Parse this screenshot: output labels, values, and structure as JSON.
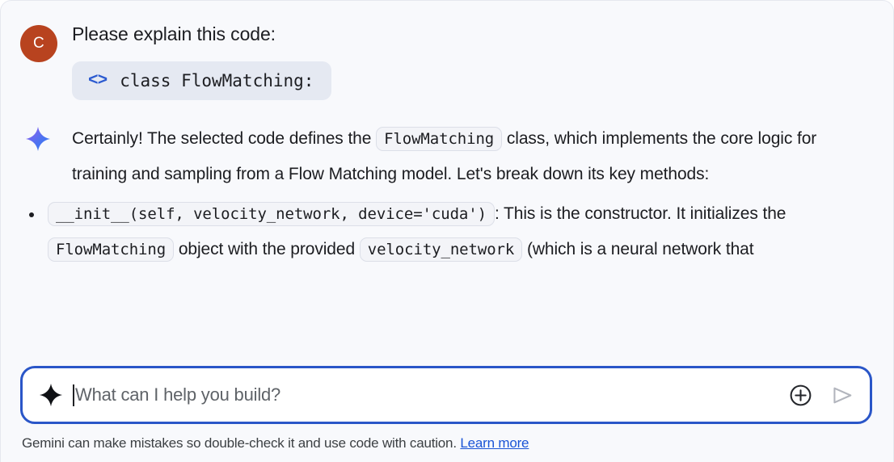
{
  "user_turn": {
    "avatar_initial": "C",
    "avatar_color": "#b8431f",
    "message": "Please explain this code:",
    "code_chip": {
      "icon": "code-chevrons-icon",
      "text": "class FlowMatching:",
      "background": "#e5e9f2",
      "icon_color": "#2b5ad0"
    }
  },
  "assistant_turn": {
    "icon": "gemini-sparkle-icon",
    "paragraph": {
      "part1": "Certainly! The selected code defines the ",
      "code1": "FlowMatching",
      "part2": " class, which implements the core logic for training and sampling from a Flow Matching model. Let's break down its key methods:"
    },
    "bullets": [
      {
        "code1": "__init__(self, velocity_network, device='cuda')",
        "part1": ": This is the constructor. It initializes the ",
        "code2": "FlowMatching",
        "part2": " object with the provided ",
        "code3": "velocity_network",
        "part3": " (which is a neural network that"
      }
    ]
  },
  "composer": {
    "icon": "sparkle-icon",
    "placeholder": "What can I help you build?",
    "value": "",
    "border_color": "#2a56c8",
    "actions": [
      {
        "name": "add-attachment-button",
        "icon": "plus-circle-icon"
      },
      {
        "name": "send-button",
        "icon": "send-arrow-icon"
      }
    ]
  },
  "footer": {
    "disclaimer": "Gemini can make mistakes so double-check it and use code with caution.",
    "link_label": "Learn more",
    "link_color": "#1a54d6"
  }
}
